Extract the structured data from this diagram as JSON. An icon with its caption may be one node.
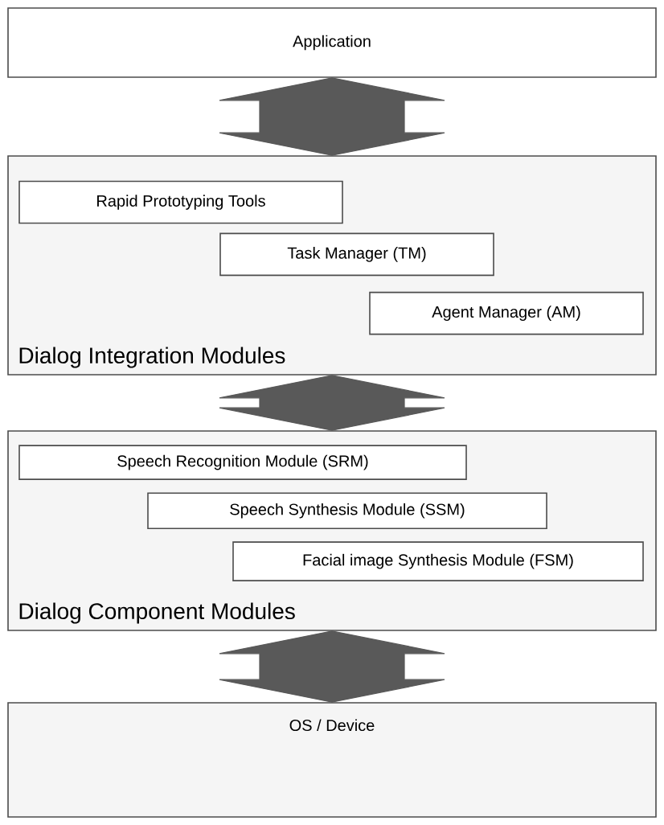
{
  "diagram": {
    "nodes": [
      {
        "text": [
          "Application"
        ]
      },
      {
        "text": [
          "Dialog Integration Modules"
        ]
      },
      {
        "text": [
          "Rapid Prototyping Tools"
        ],
        "in": 1
      },
      {
        "text": [
          "Task Manager (TM)"
        ],
        "in": 1
      },
      {
        "text": [
          "Agent Manager (AM)"
        ],
        "in": 1
      },
      {
        "text": [
          "Dialog Component Modules"
        ]
      },
      {
        "text": [
          "Speech Recognition Module (SRM)"
        ],
        "in": 5
      },
      {
        "text": [
          "Speech Synthesis Module (SSM)"
        ],
        "in": 5
      },
      {
        "text": [
          "Facial image Synthesis Module (FSM)"
        ],
        "in": 5
      },
      {
        "text": [
          "OS / Device"
        ]
      }
    ],
    "edges": [
      {
        "from": 0,
        "to": 1,
        "arrow": "both",
        "style": "thick"
      },
      {
        "from": 1,
        "to": 5,
        "arrow": "both",
        "style": "thick"
      },
      {
        "from": 5,
        "to": 9,
        "arrow": "both",
        "style": "thick"
      }
    ]
  }
}
